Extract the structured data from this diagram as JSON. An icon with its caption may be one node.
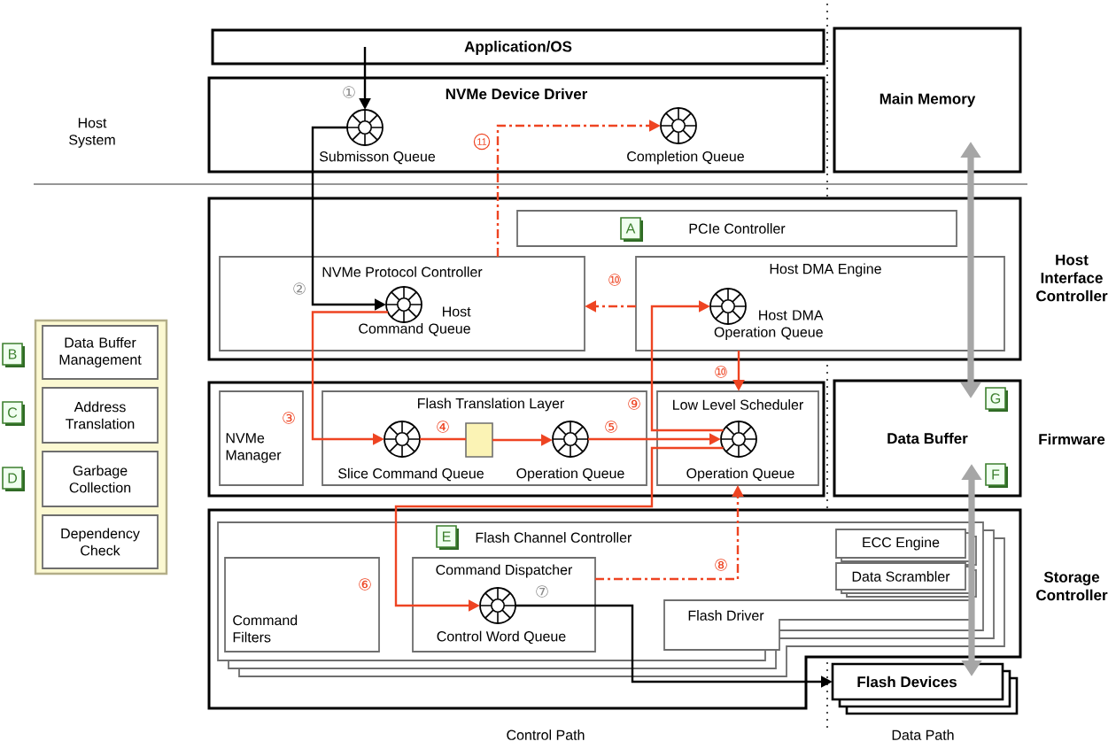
{
  "diagram": {
    "nodes": [
      {
        "text": [
          "Application/OS"
        ]
      },
      {
        "text": [
          "NVMe Device Driver"
        ]
      },
      {
        "text": [],
        "shape": "circle",
        "beside": [
          "Submisson Queue"
        ],
        "in": 1
      },
      {
        "text": [],
        "shape": "circle",
        "beside": [
          "Completion Queue"
        ],
        "in": 1
      },
      {
        "text": [
          "Main Memory"
        ]
      },
      {
        "text": [],
        "shape": "box",
        "beside": [
          "Host Interface Controller"
        ]
      },
      {
        "text": [
          "PCIe Controller"
        ],
        "in": 5
      },
      {
        "text": [
          "NVMe Protocol Controller"
        ],
        "in": 5
      },
      {
        "text": [],
        "shape": "circle",
        "beside": [
          "Host Command Queue"
        ],
        "in": 7
      },
      {
        "text": [
          "Host DMA Engine"
        ],
        "in": 5
      },
      {
        "text": [],
        "shape": "circle",
        "beside": [
          "Host DMA Operation Queue"
        ],
        "in": 9
      },
      {
        "text": [],
        "shape": "box"
      },
      {
        "text": [
          "NVMe Manager"
        ],
        "in": 11
      },
      {
        "text": [
          "Flash Translation Layer"
        ],
        "in": 11
      },
      {
        "text": [],
        "shape": "circle",
        "beside": [
          "Slice Command Queue"
        ],
        "in": 13
      },
      {
        "text": [],
        "shape": "box",
        "in": 13
      },
      {
        "text": [],
        "shape": "circle",
        "beside": [
          "Operation Queue"
        ],
        "in": 13
      },
      {
        "text": [
          "Low Level Scheduler"
        ],
        "in": 11
      },
      {
        "text": [],
        "shape": "circle",
        "beside": [
          "Operation Queue"
        ],
        "in": 17
      },
      {
        "text": [
          "Data Buffer"
        ]
      },
      {
        "text": [],
        "shape": "box",
        "beside": [
          "Storage Controller"
        ]
      },
      {
        "text": [
          "Flash Channel Controller"
        ],
        "in": 20
      },
      {
        "text": [
          "Command Filters"
        ],
        "in": 21
      },
      {
        "text": [
          "Command Dispatcher"
        ],
        "in": 21
      },
      {
        "text": [],
        "shape": "circle",
        "beside": [
          "Control Word Queue"
        ],
        "in": 23
      },
      {
        "text": [
          "Flash Driver"
        ],
        "in": 21
      },
      {
        "text": [
          "ECC Engine"
        ],
        "in": 21
      },
      {
        "text": [
          "Data Scrambler"
        ],
        "in": 21
      },
      {
        "text": [
          "Flash Devices"
        ]
      },
      {
        "text": [],
        "shape": "box"
      },
      {
        "text": [
          "Data Buffer Management"
        ],
        "in": 29
      },
      {
        "text": [
          "Address Translation"
        ],
        "in": 29
      },
      {
        "text": [
          "Garbage Collection"
        ],
        "in": 29
      },
      {
        "text": [
          "Dependency Check"
        ],
        "in": 29
      }
    ],
    "edges": [
      {
        "from": 0,
        "to": 2,
        "arrow": "to",
        "label": "①",
        "color": "#000000"
      },
      {
        "from": 2,
        "to": 8,
        "arrow": "to",
        "label": "②",
        "color": "#000000"
      },
      {
        "from": 8,
        "to": 14,
        "arrow": "to",
        "label": "③"
      },
      {
        "from": 14,
        "to": 15,
        "arrow": "none",
        "label": "④"
      },
      {
        "from": 15,
        "to": 16,
        "arrow": "to"
      },
      {
        "from": 16,
        "to": 18,
        "arrow": "to",
        "label": "⑤"
      },
      {
        "from": 18,
        "to": 24,
        "arrow": "to",
        "label": "⑥"
      },
      {
        "from": 24,
        "to": 28,
        "arrow": "to",
        "label": "⑦",
        "color": "#000000"
      },
      {
        "from": 23,
        "to": 17,
        "arrow": "to",
        "label": "⑧",
        "style": "dashed"
      },
      {
        "from": 18,
        "to": 10,
        "arrow": "to",
        "label": "⑨"
      },
      {
        "from": 9,
        "to": 7,
        "arrow": "to",
        "label": "⑩",
        "style": "dashed"
      },
      {
        "from": 9,
        "to": 17,
        "arrow": "to",
        "label": "⑩"
      },
      {
        "from": 7,
        "to": 3,
        "arrow": "to",
        "label": "11",
        "style": "dashed"
      },
      {
        "from": 4,
        "to": 19,
        "arrow": "both",
        "style": "thick",
        "color": "#a6a6a6"
      },
      {
        "from": 19,
        "to": 28,
        "arrow": "both",
        "style": "thick",
        "color": "#a6a6a6"
      }
    ],
    "labels": [
      "Host System",
      "A",
      "B",
      "G",
      "C",
      "Firmware",
      "F",
      "D",
      "E",
      "Control Path",
      "Data Path"
    ]
  }
}
